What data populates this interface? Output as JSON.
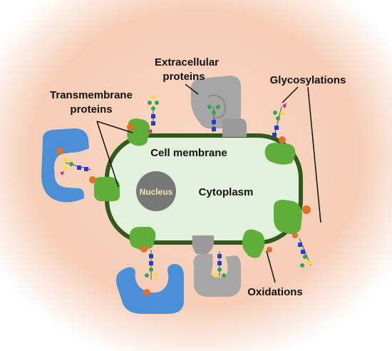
{
  "labels": {
    "extracellular_line1": "Extracellular",
    "extracellular_line2": "proteins",
    "glycosylations": "Glycosylations",
    "transmembrane_line1": "Transmembrane",
    "transmembrane_line2": "proteins",
    "cell_membrane": "Cell membrane",
    "nucleus": "Nucleus",
    "cytoplasm": "Cytoplasm",
    "oxidations": "Oxidations"
  },
  "colors": {
    "background_glow": "#f6c9b0",
    "cytoplasm": "#e3f1dc",
    "membrane": "#2f5a1b",
    "transmembrane_protein": "#5fae3a",
    "extracellular_protein": "#a6a6a6",
    "blue_protein": "#4b8fd6",
    "nucleus": "#7a7a7a",
    "nucleus_text": "#f2e6b0",
    "oxidation": "#e0702a",
    "glycan_blue": "#1f3fd0",
    "glycan_green": "#2fa84a",
    "glycan_yellow": "#f2e02a",
    "glycan_pink": "#c0306a"
  }
}
